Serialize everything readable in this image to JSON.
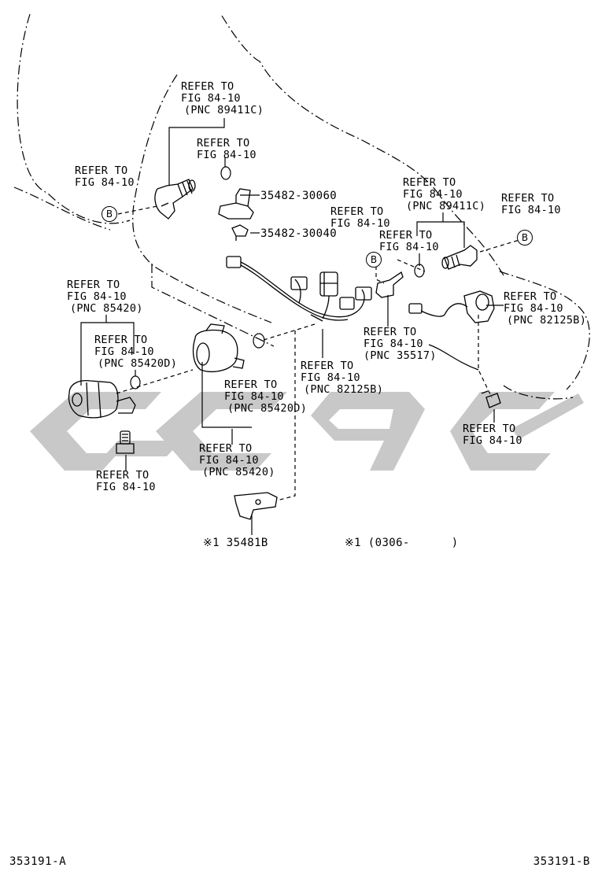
{
  "colors": {
    "line": "#000000",
    "watermark": "#c8c8c8",
    "background": "#ffffff"
  },
  "watermark_icon": "brand-logo-watermark",
  "callouts": [
    {
      "id": "c1",
      "lines": [
        "REFER TO",
        "FIG 84-10",
        "(PNC 89411C)"
      ]
    },
    {
      "id": "c2",
      "lines": [
        "REFER TO",
        "FIG 84-10"
      ]
    },
    {
      "id": "c3",
      "lines": [
        "REFER TO",
        "FIG 84-10"
      ]
    },
    {
      "id": "c4",
      "lines": [
        "REFER TO",
        "FIG 84-10"
      ]
    },
    {
      "id": "c5",
      "lines": [
        "REFER TO",
        "FIG 84-10",
        "(PNC 89411C)"
      ]
    },
    {
      "id": "c6",
      "lines": [
        "REFER TO",
        "FIG 84-10"
      ]
    },
    {
      "id": "c7",
      "lines": [
        "REFER TO",
        "FIG 84-10"
      ]
    },
    {
      "id": "c8",
      "lines": [
        "REFER TO",
        "FIG 84-10",
        "(PNC 85420)"
      ]
    },
    {
      "id": "c9",
      "lines": [
        "REFER TO",
        "FIG 84-10",
        "(PNC 85420D)"
      ]
    },
    {
      "id": "c10",
      "lines": [
        "REFER TO",
        "FIG 84-10",
        "(PNC 82125B)"
      ]
    },
    {
      "id": "c11",
      "lines": [
        "REFER TO",
        "FIG 84-10",
        "(PNC 35517)"
      ]
    },
    {
      "id": "c12",
      "lines": [
        "REFER TO",
        "FIG 84-10",
        "(PNC 82125B)"
      ]
    },
    {
      "id": "c13",
      "lines": [
        "REFER TO",
        "FIG 84-10",
        "(PNC 85420D)"
      ]
    },
    {
      "id": "c14",
      "lines": [
        "REFER TO",
        "FIG 84-10"
      ]
    },
    {
      "id": "c15",
      "lines": [
        "REFER TO",
        "FIG 84-10",
        "(PNC 85420)"
      ]
    },
    {
      "id": "c16",
      "lines": [
        "REFER TO",
        "FIG 84-10"
      ]
    }
  ],
  "part_numbers": {
    "bracket": "35482-30060",
    "clamp": "35482-30040"
  },
  "circle_marker": "B",
  "note": {
    "part_label": "※1 35481B",
    "range_label": "※1 (0306-      )"
  },
  "footer": {
    "left": "353191-A",
    "right": "353191-B"
  }
}
